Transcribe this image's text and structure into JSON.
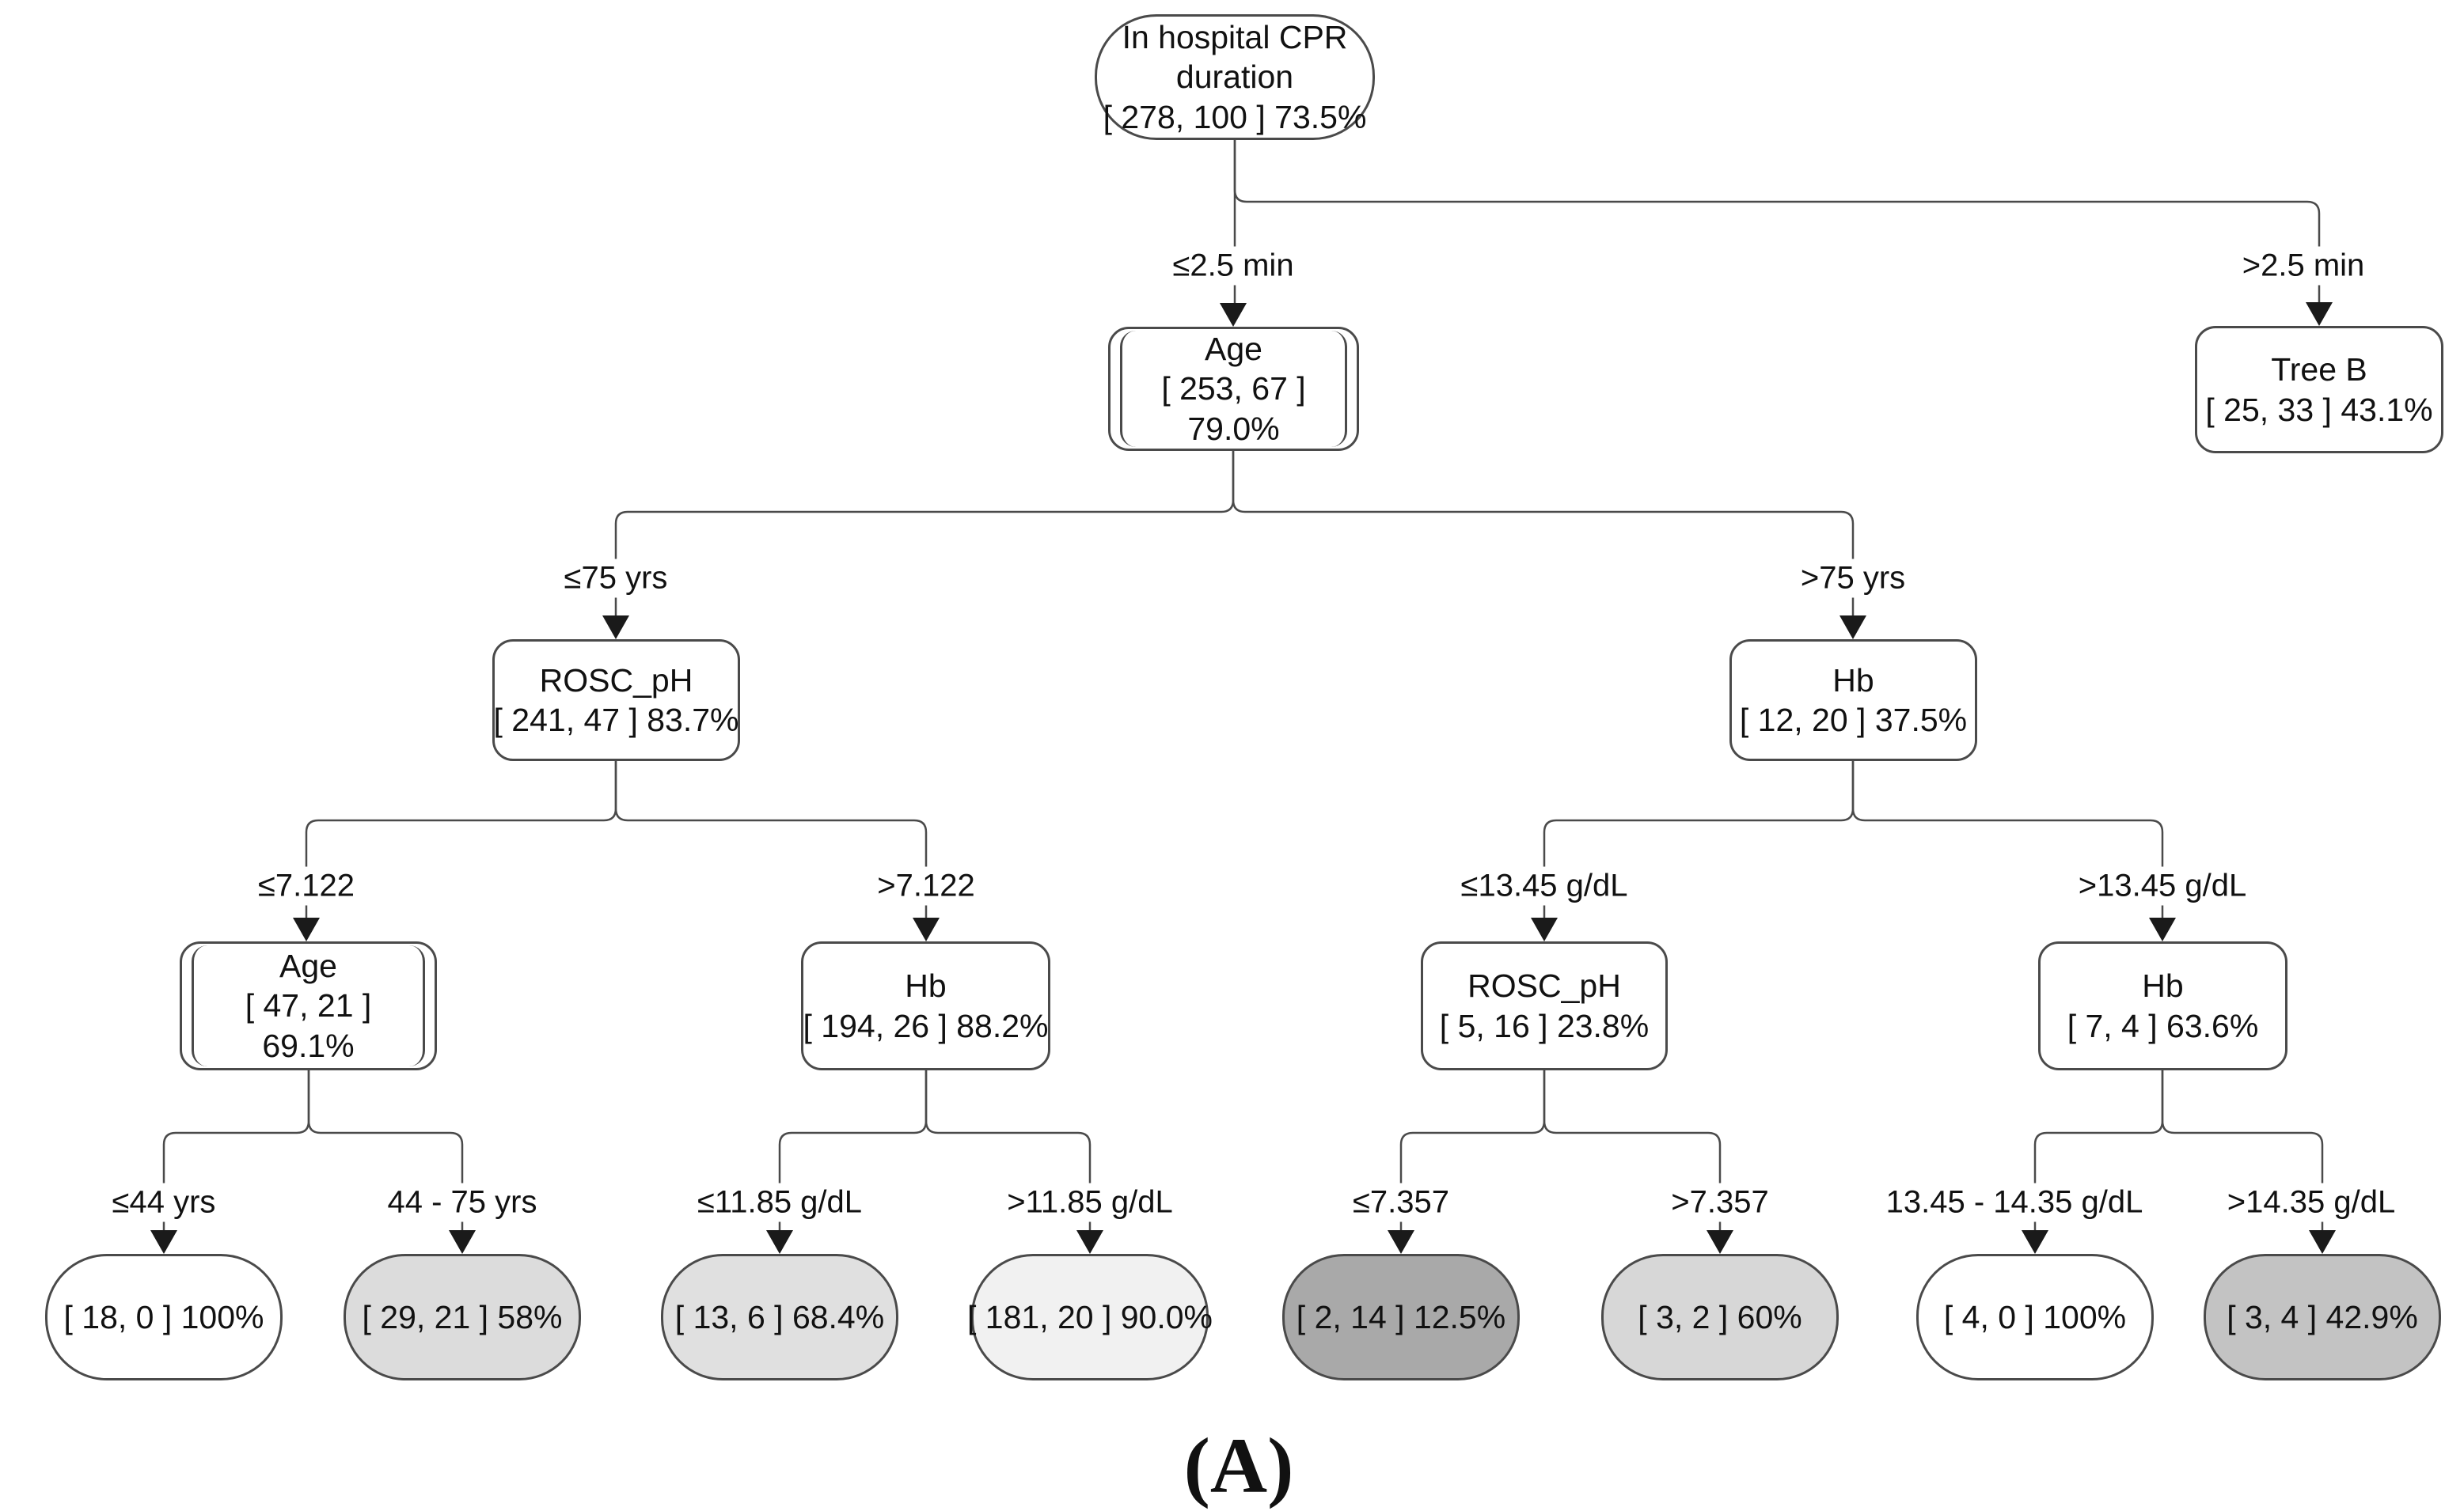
{
  "figure": {
    "caption": "(A)"
  },
  "palette": {
    "line": "#4a4a4a",
    "arrow": "#1a1a1a",
    "node_fill": "#ffffff"
  },
  "colors": {
    "leaf_1": "#ffffff",
    "leaf_2": "#dcdcdc",
    "leaf_3": "#e0e0e0",
    "leaf_4": "#f1f1f1",
    "leaf_5": "#a9a9a9",
    "leaf_6": "#d7d7d7",
    "leaf_7": "#ffffff",
    "leaf_8": "#c3c3c3"
  },
  "nodes": {
    "root": {
      "title": "In hospital CPR duration",
      "stats": "[ 278, 100 ] 73.5%"
    },
    "age_cpr_low": {
      "title": "Age",
      "stats": "[ 253, 67 ]",
      "pct": "79.0%"
    },
    "tree_b": {
      "title": "Tree B",
      "stats": "[ 25, 33 ] 43.1%"
    },
    "rosc_ph_young": {
      "title": "ROSC_pH",
      "stats": "[ 241, 47 ] 83.7%"
    },
    "hb_old": {
      "title": "Hb",
      "stats": "[ 12, 20 ] 37.5%"
    },
    "age_acidotic": {
      "title": "Age",
      "stats": "[ 47, 21 ]",
      "pct": "69.1%"
    },
    "hb_normal_ph": {
      "title": "Hb",
      "stats": "[ 194, 26 ] 88.2%"
    },
    "rosc_ph_low_hb": {
      "title": "ROSC_pH",
      "stats": "[ 5, 16 ] 23.8%"
    },
    "hb_high_hb": {
      "title": "Hb",
      "stats": "[ 7, 4 ] 63.6%"
    }
  },
  "leaves": {
    "leaf_1": {
      "stats": "[ 18, 0 ] 100%"
    },
    "leaf_2": {
      "stats": "[ 29, 21 ] 58%"
    },
    "leaf_3": {
      "stats": "[ 13, 6 ] 68.4%"
    },
    "leaf_4": {
      "stats": "[ 181, 20 ] 90.0%"
    },
    "leaf_5": {
      "stats": "[ 2, 14 ] 12.5%"
    },
    "leaf_6": {
      "stats": "[ 3, 2 ] 60%"
    },
    "leaf_7": {
      "stats": "[ 4, 0 ] 100%"
    },
    "leaf_8": {
      "stats": "[ 3, 4 ] 42.9%"
    }
  },
  "edges": {
    "cpr_le_2_5": "≤2.5 min",
    "cpr_gt_2_5": ">2.5 min",
    "age_le_75": "≤75 yrs",
    "age_gt_75": ">75 yrs",
    "ph_le_7_122": "≤7.122",
    "ph_gt_7_122": ">7.122",
    "hb_le_13_45": "≤13.45 g/dL",
    "hb_gt_13_45": ">13.45 g/dL",
    "age_le_44": "≤44 yrs",
    "age_44_75": "44 - 75 yrs",
    "hb_le_11_85": "≤11.85 g/dL",
    "hb_gt_11_85": ">11.85 g/dL",
    "ph_le_7_357": "≤7.357",
    "ph_gt_7_357": ">7.357",
    "hb_13_45_14_35": "13.45 - 14.35 g/dL",
    "hb_gt_14_35": ">14.35 g/dL"
  }
}
